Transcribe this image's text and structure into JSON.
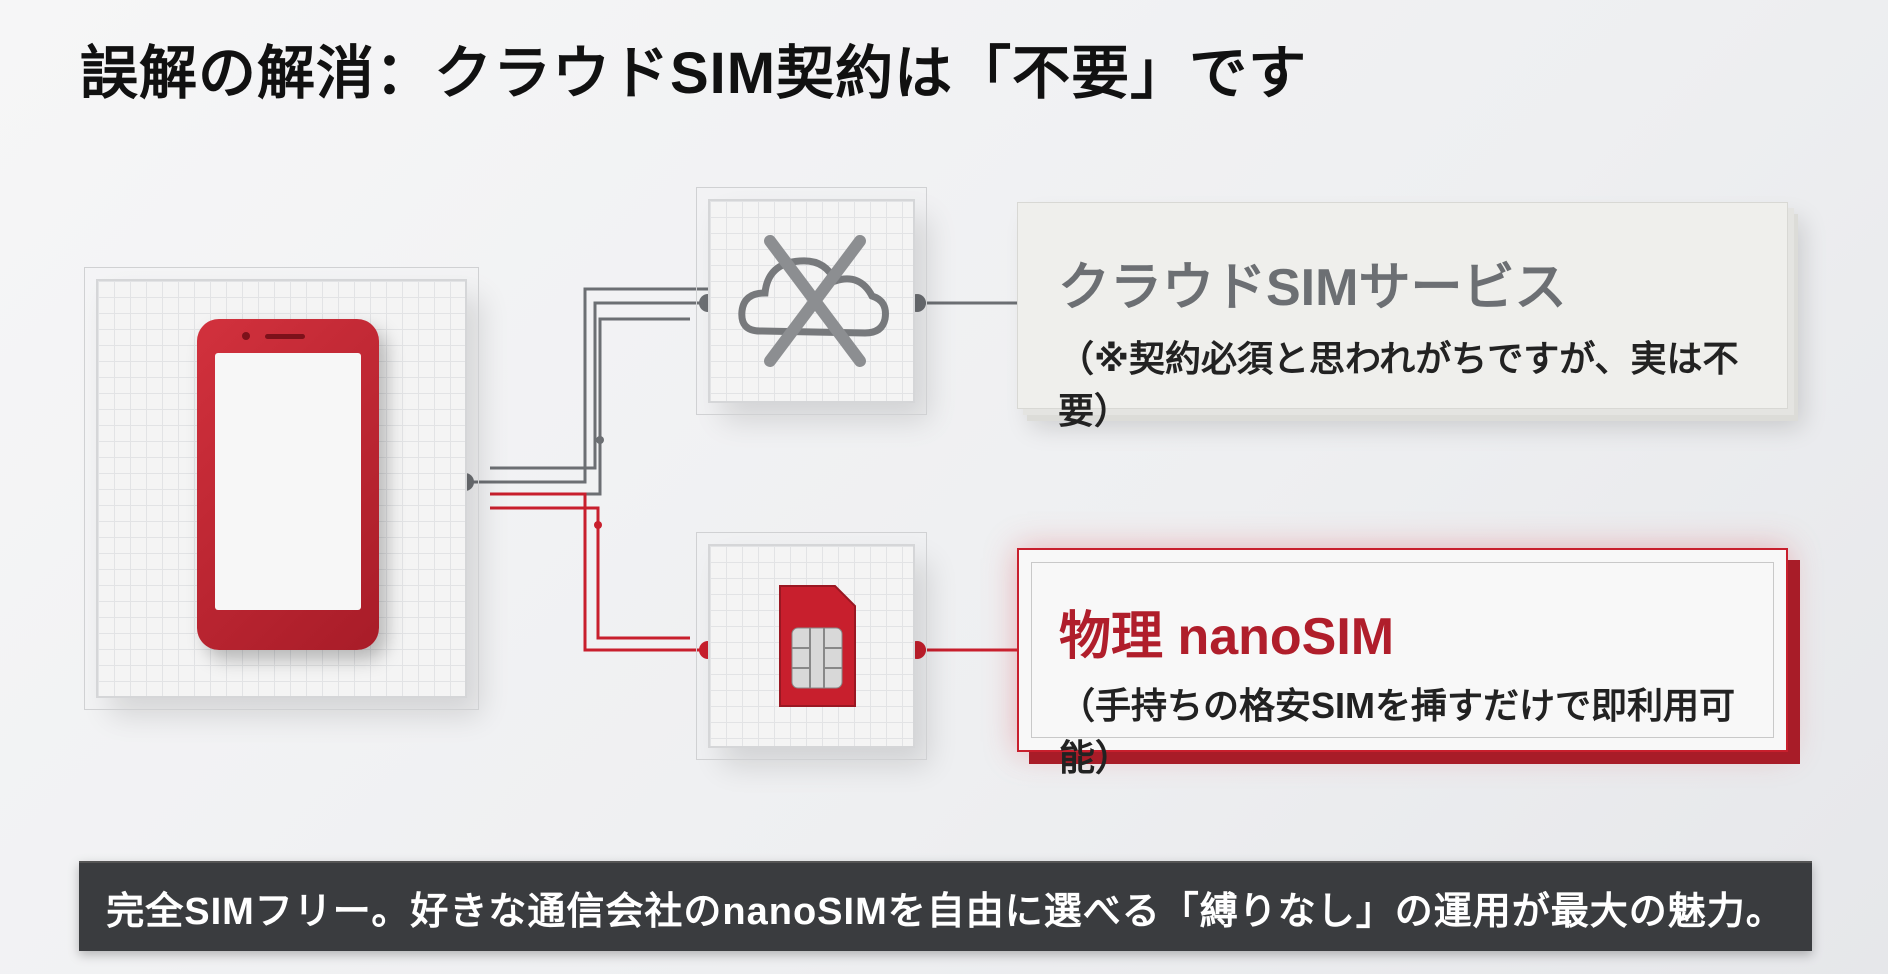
{
  "title": "誤解の解消：クラウドSIM契約は「不要」です",
  "cloud_option": {
    "heading": "クラウドSIMサービス",
    "note": "（※契約必須と思われがちですが、実は不要）",
    "icon": "cloud-crossed-icon"
  },
  "sim_option": {
    "heading": "物理 nanoSIM",
    "note": "（手持ちの格安SIMを挿すだけで即利用可能）",
    "icon": "sim-card-icon"
  },
  "device": {
    "icon": "smartphone-icon"
  },
  "footer": "完全SIMフリー。好きな通信会社のnanoSIMを自由に選べる「縛りなし」の運用が最大の魅力。",
  "colors": {
    "accent": "#c81f2d",
    "gray": "#6c6f73",
    "bar": "#3a3c3f"
  }
}
